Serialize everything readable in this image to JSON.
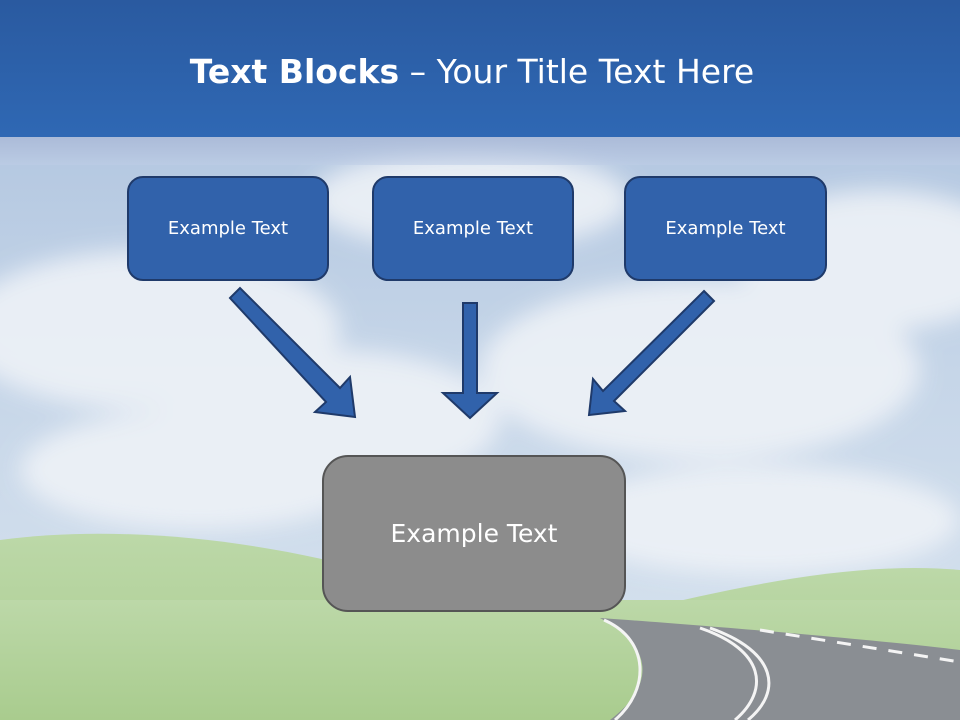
{
  "slide": {
    "title_bold": "Text Blocks",
    "title_dash": " – ",
    "title_rest": "Your Title Text Here",
    "boxes": {
      "left": "Example Text",
      "middle": "Example Text",
      "right": "Example Text",
      "bottom": "Example Text"
    }
  },
  "colors": {
    "title_bar": "#2f68b4",
    "box_fill": "#3162ab",
    "box_border": "#1f3a6a",
    "bottom_box_fill": "#8c8c8c",
    "arrow_fill": "#3162ab"
  }
}
